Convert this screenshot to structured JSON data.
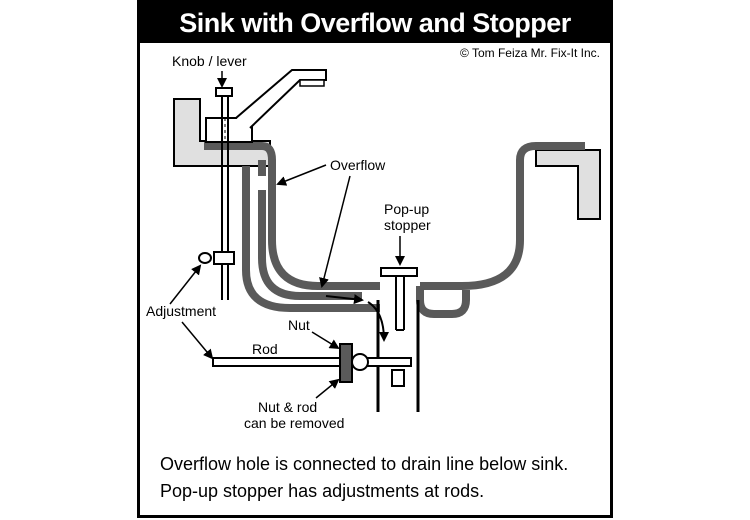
{
  "title": "Sink with Overflow and Stopper",
  "copyright": "© Tom Feiza Mr. Fix-It Inc.",
  "labels": {
    "knob": "Knob / lever",
    "overflow": "Overflow",
    "popup_line1": "Pop-up",
    "popup_line2": "stopper",
    "adjustment": "Adjustment",
    "nut": "Nut",
    "rod": "Rod",
    "nut_rod_line1": "Nut & rod",
    "nut_rod_line2": "can be removed"
  },
  "caption": {
    "line1": "Overflow hole is connected to drain line below sink.",
    "line2": "Pop-up stopper has adjustments at rods."
  },
  "colors": {
    "pipe": "#5a5a5a",
    "counter": "#e0e0e0",
    "ink": "#000000"
  }
}
